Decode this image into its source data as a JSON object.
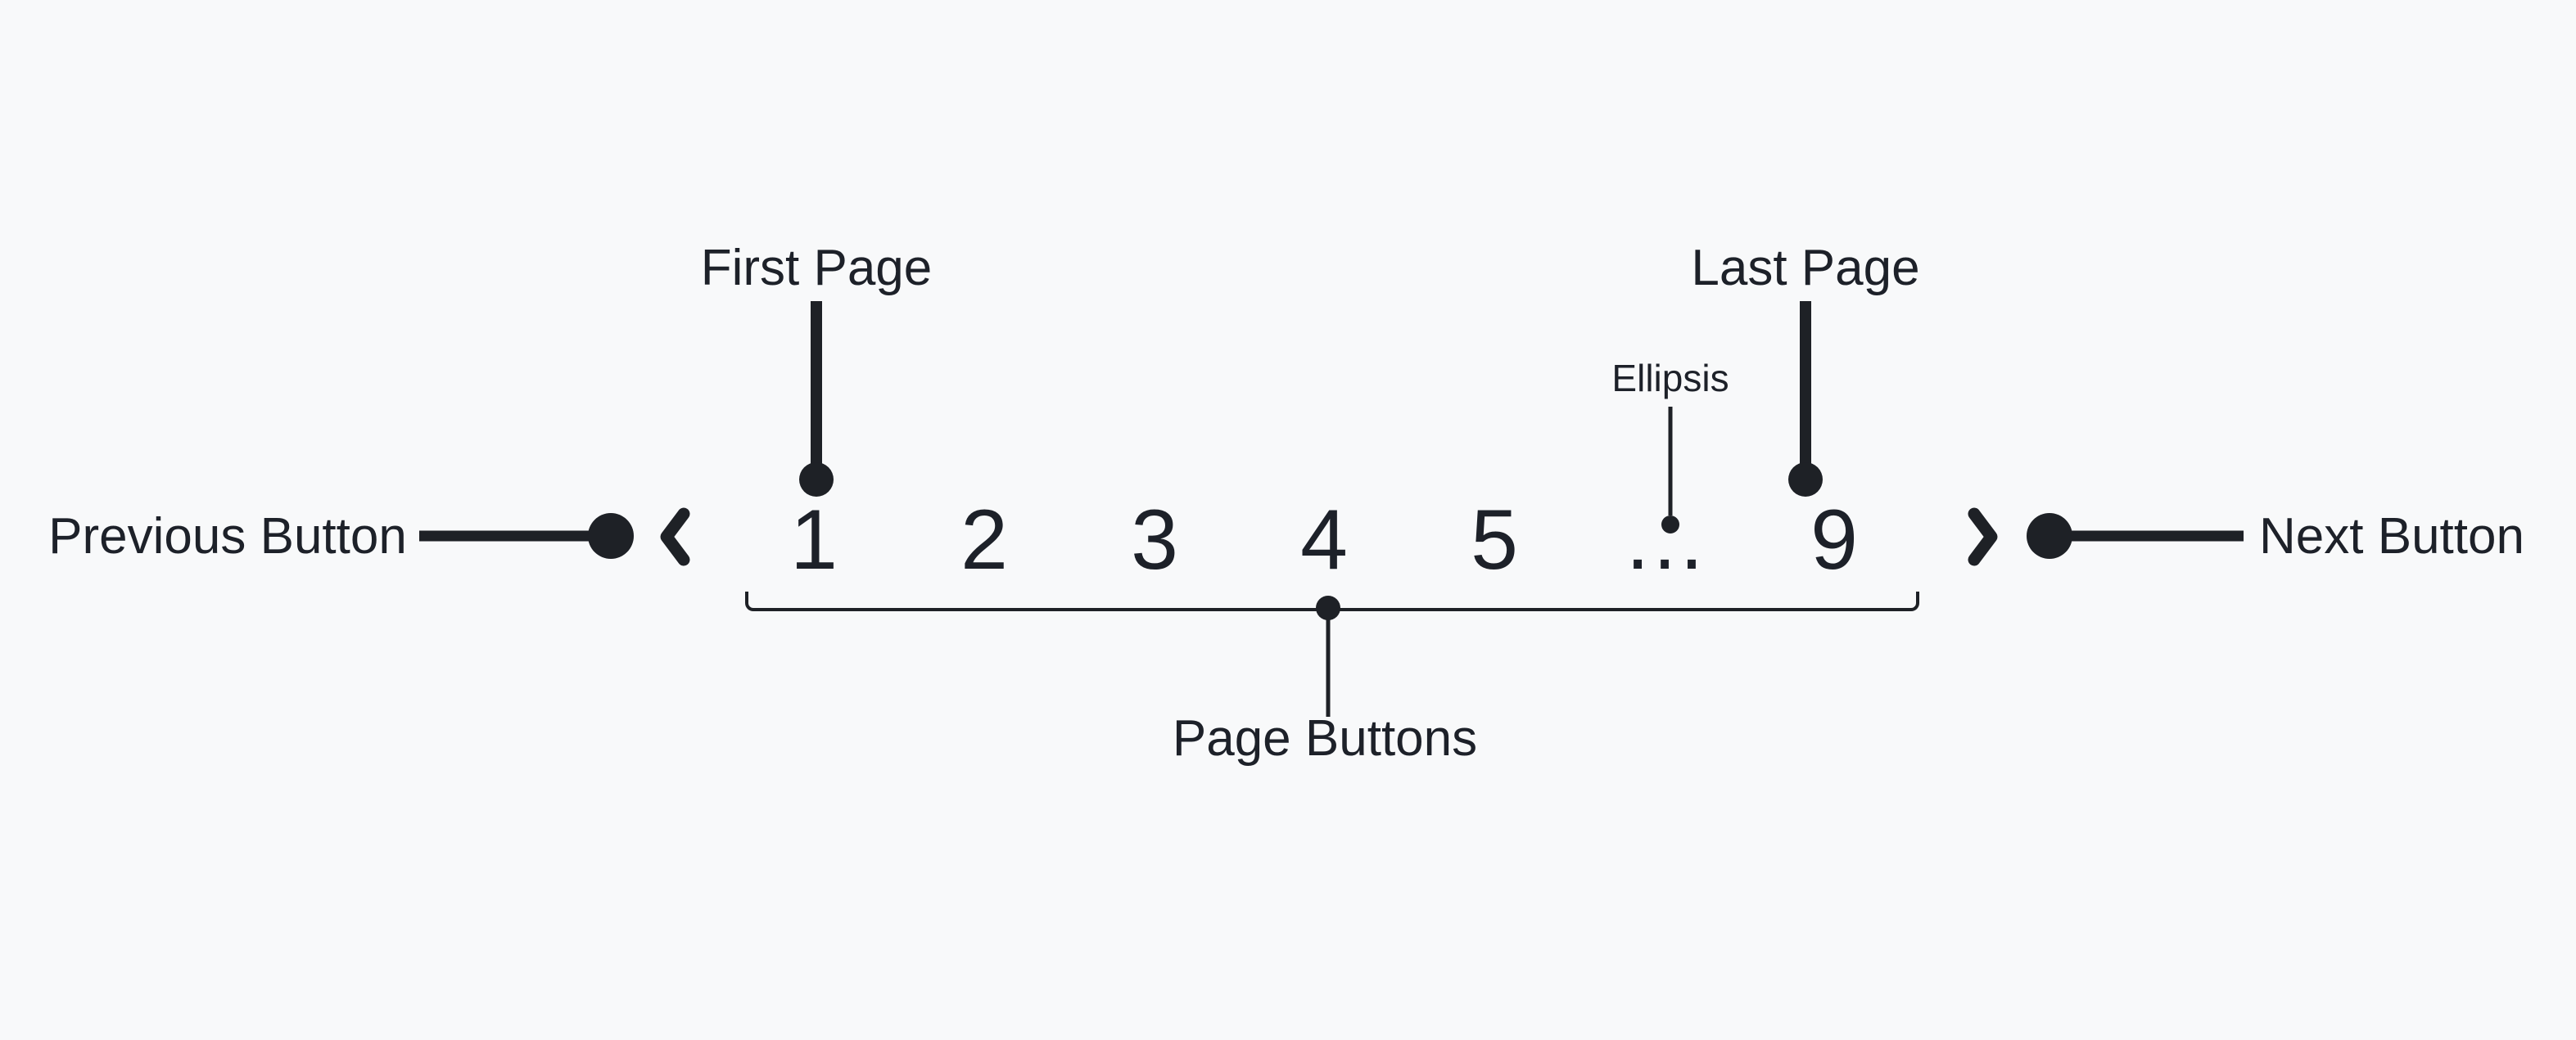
{
  "theme": {
    "background": "#f8f9fa",
    "ink": "#1d2129"
  },
  "pagination": {
    "prev_icon": "chevron-left",
    "next_icon": "chevron-right",
    "pages": [
      "1",
      "2",
      "3",
      "4",
      "5",
      "…",
      "9"
    ]
  },
  "annotations": {
    "previous_button": "Previous Button",
    "next_button": "Next Button",
    "first_page": "First Page",
    "last_page": "Last Page",
    "ellipsis": "Ellipsis",
    "page_buttons": "Page Buttons"
  }
}
